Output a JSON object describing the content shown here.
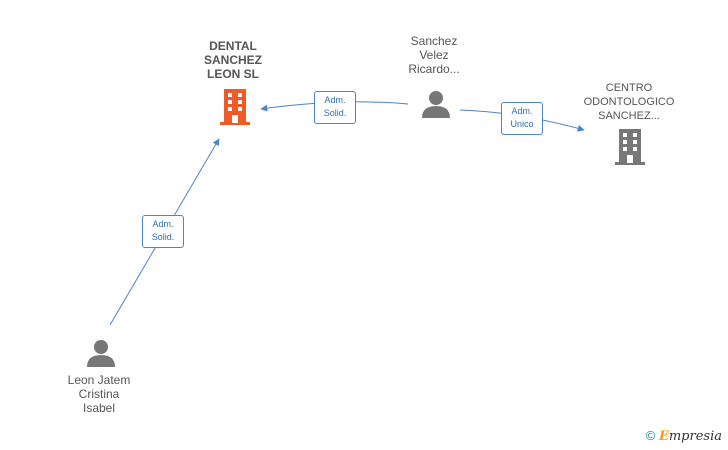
{
  "nodes": {
    "dental": {
      "label": "DENTAL\nSANCHEZ\nLEON SL",
      "icon": "building-icon",
      "color": "#f05a28"
    },
    "sanchez": {
      "label": "Sanchez\nVelez\nRicardo...",
      "icon": "person-icon",
      "color": "#777777"
    },
    "centro": {
      "label": "CENTRO\nODONTOLOGICO\nSANCHEZ...",
      "icon": "building-icon",
      "color": "#777777"
    },
    "leon": {
      "label": "Leon Jatem\nCristina\nIsabel",
      "icon": "person-icon",
      "color": "#777777"
    }
  },
  "edges": {
    "sanchez_to_dental": "Adm.\nSolid.",
    "sanchez_to_centro": "Adm.\nUnico",
    "leon_to_dental": "Adm.\nSolid."
  },
  "colors": {
    "edge": "#4a86c8"
  },
  "copyright": {
    "symbol": "©",
    "brand_initial": "E",
    "brand_rest": "mpresia"
  }
}
